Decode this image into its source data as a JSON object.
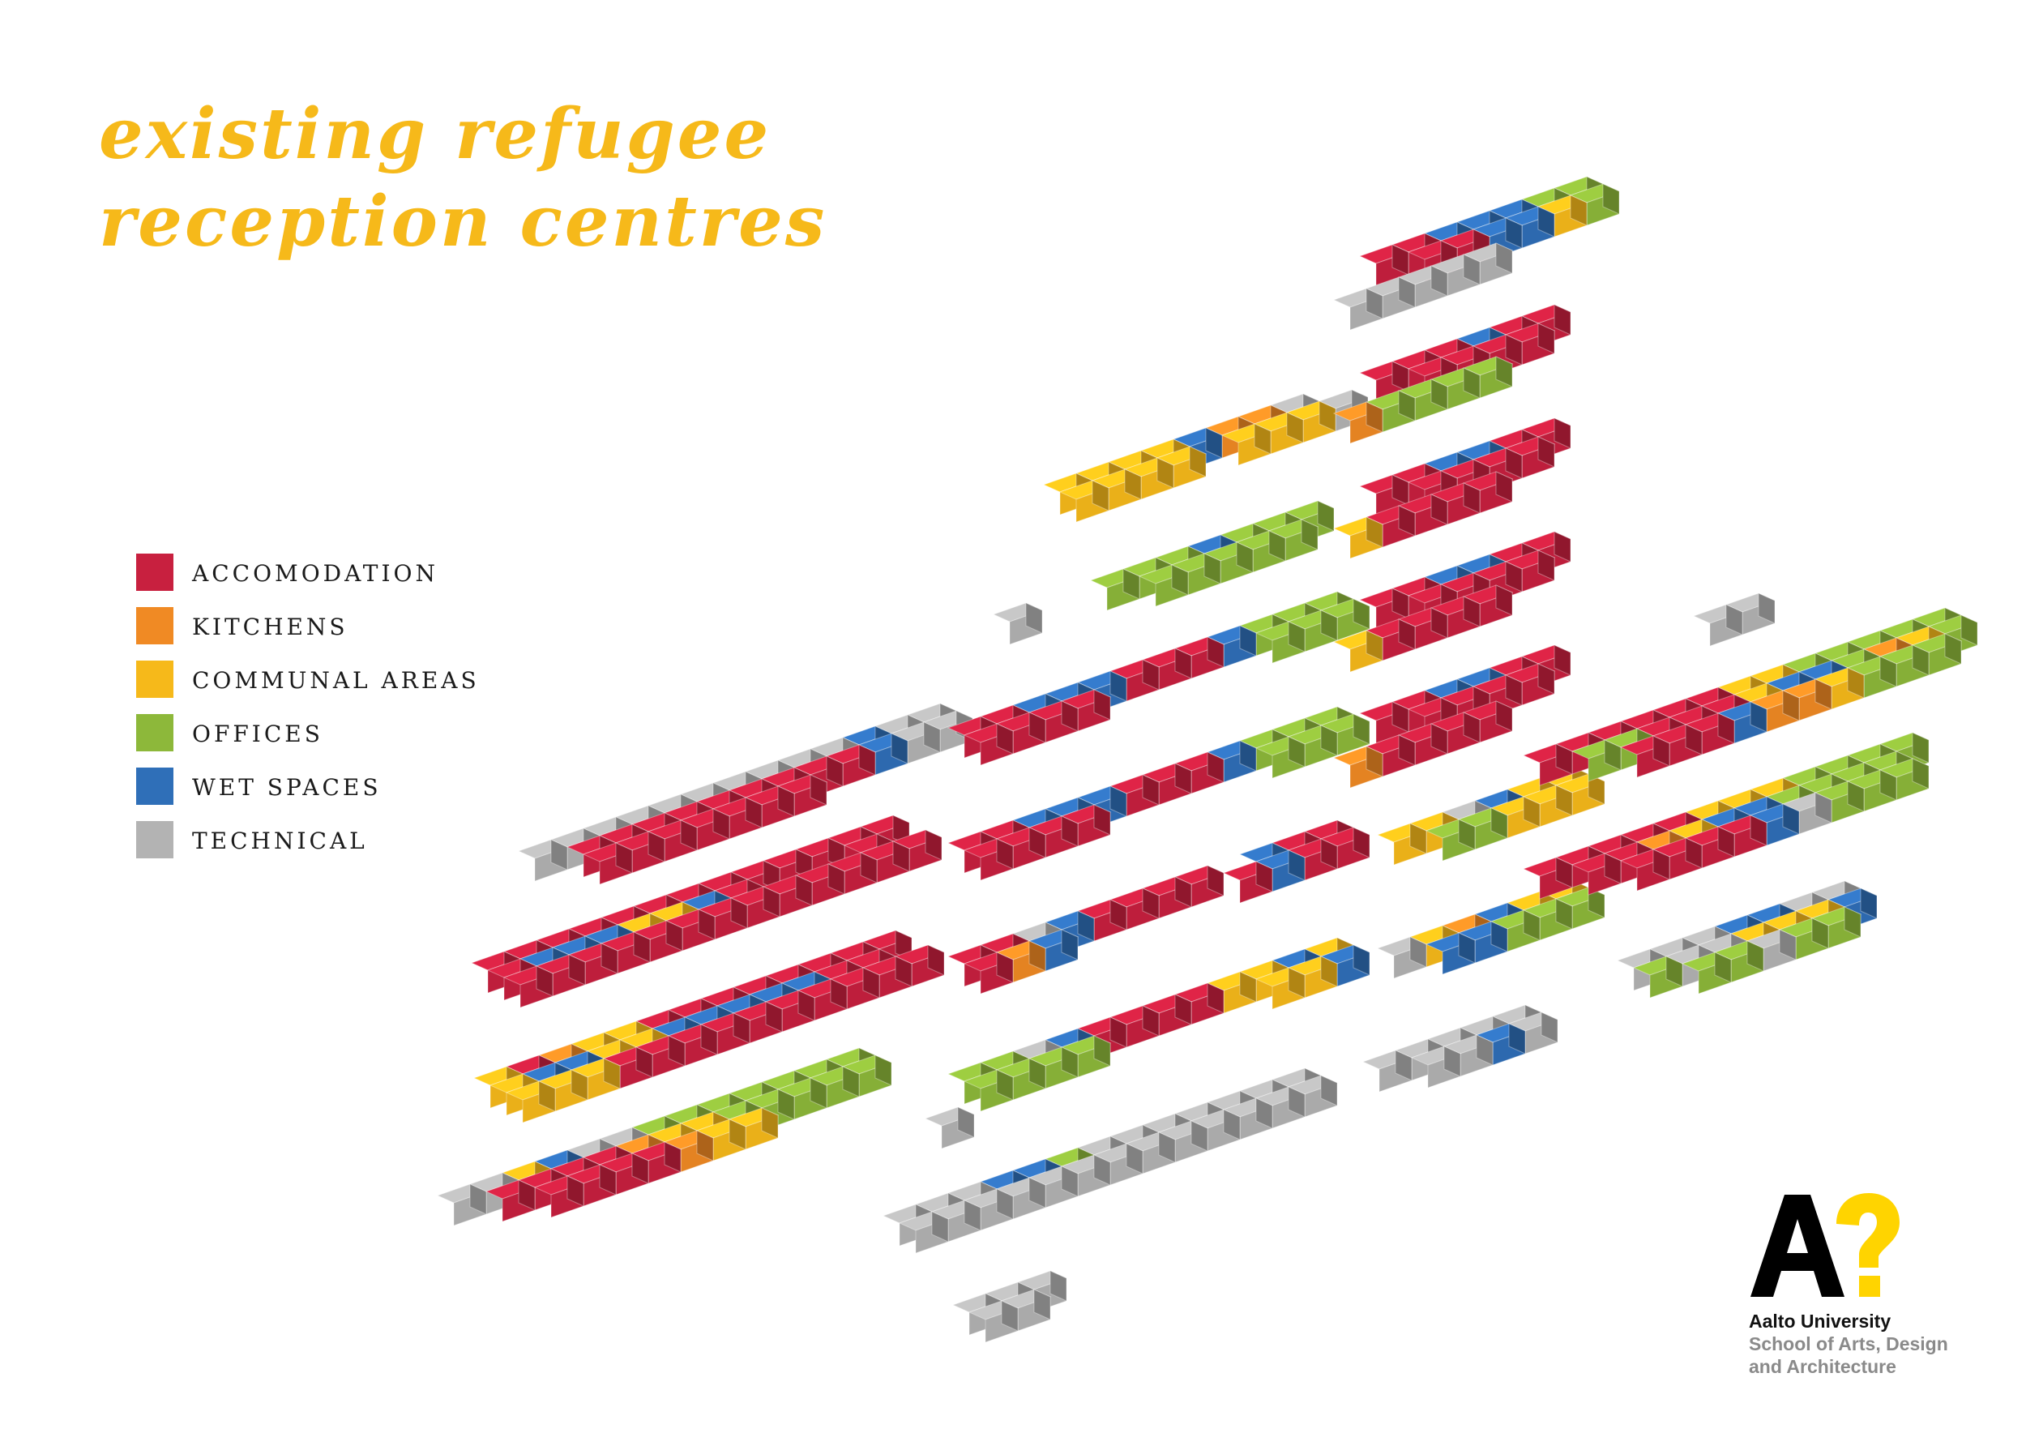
{
  "title": {
    "line1": "existing refugee",
    "line2": "reception centres"
  },
  "legend": [
    {
      "label": "ACCOMODATION",
      "color": "#c8203f"
    },
    {
      "label": "KITCHENS",
      "color": "#f08a24"
    },
    {
      "label": "COMMUNAL AREAS",
      "color": "#f6b91a"
    },
    {
      "label": "OFFICES",
      "color": "#8db83a"
    },
    {
      "label": "WET SPACES",
      "color": "#2f6fb8"
    },
    {
      "label": "TECHNICAL",
      "color": "#b3b3b3"
    }
  ],
  "logo": {
    "mark_letter": "A",
    "mark_symbol": "?",
    "mark_letter_color": "#000000",
    "mark_symbol_color": "#ffd400",
    "line1": "Aalto University",
    "line2": "School of Arts, Design",
    "line3": "and Architecture"
  }
}
